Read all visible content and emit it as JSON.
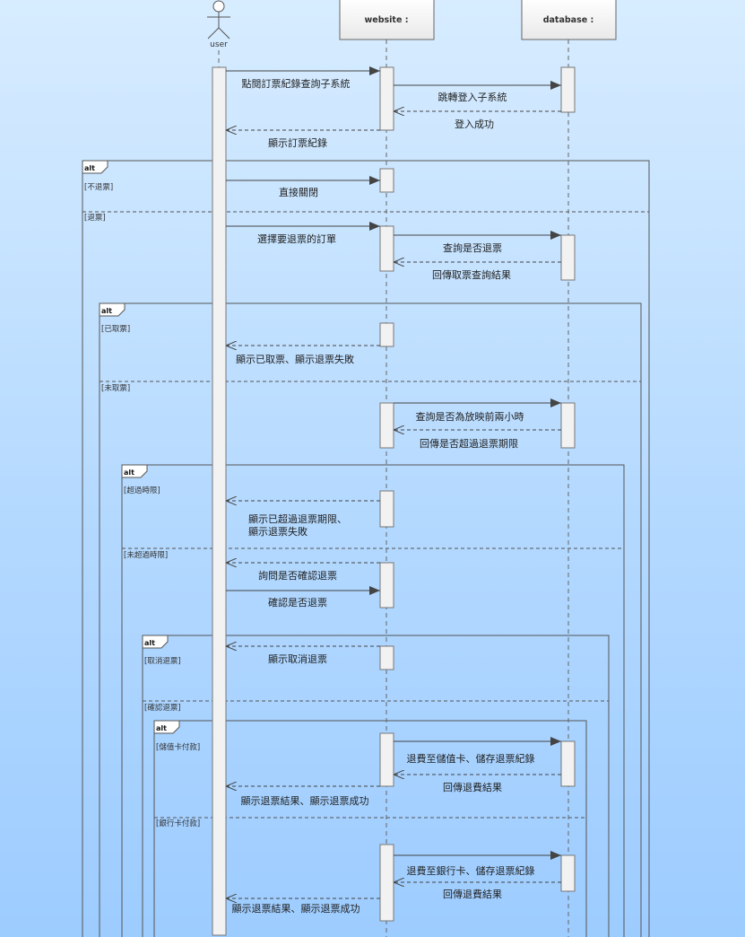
{
  "participants": {
    "user": "user",
    "website": "website :",
    "database": "database :"
  },
  "messages": {
    "m1": "點閱訂票紀錄查詢子系統",
    "m2": "跳轉登入子系統",
    "m3": "登入成功",
    "m4": "顯示訂票紀錄",
    "m5": "直接關閉",
    "m6": "選擇要退票的訂單",
    "m7": "查詢是否退票",
    "m8": "回傳取票查詢結果",
    "m9": "顯示已取票、顯示退票失敗",
    "m10": "查詢是否為放映前兩小時",
    "m11": "回傳是否超過退票期限",
    "m12a": "顯示已超過退票期限、",
    "m12b": "顯示退票失敗",
    "m13": "詢問是否確認退票",
    "m14": "確認是否退票",
    "m15": "顯示取消退票",
    "m16": "退費至儲值卡、儲存退票紀錄",
    "m17": "回傳退費結果",
    "m18": "顯示退票結果、顯示退票成功",
    "m19": "退費至銀行卡、儲存退票紀錄",
    "m20": "回傳退費結果",
    "m21": "顯示退票結果、顯示退票成功"
  },
  "fragments": {
    "f1": {
      "operator": "alt",
      "guard1": "[不退票]",
      "guard2": "[退票]"
    },
    "f2": {
      "operator": "alt",
      "guard1": "[已取票]",
      "guard2": "[未取票]"
    },
    "f3": {
      "operator": "alt",
      "guard1": "[超過時限]",
      "guard2": "[未超過時限]"
    },
    "f4": {
      "operator": "alt",
      "guard1": "[取消退票]",
      "guard2": "[確認退票]"
    },
    "f5": {
      "operator": "alt",
      "guard1": "[儲值卡付款]",
      "guard2": "[銀行卡付款]"
    }
  }
}
